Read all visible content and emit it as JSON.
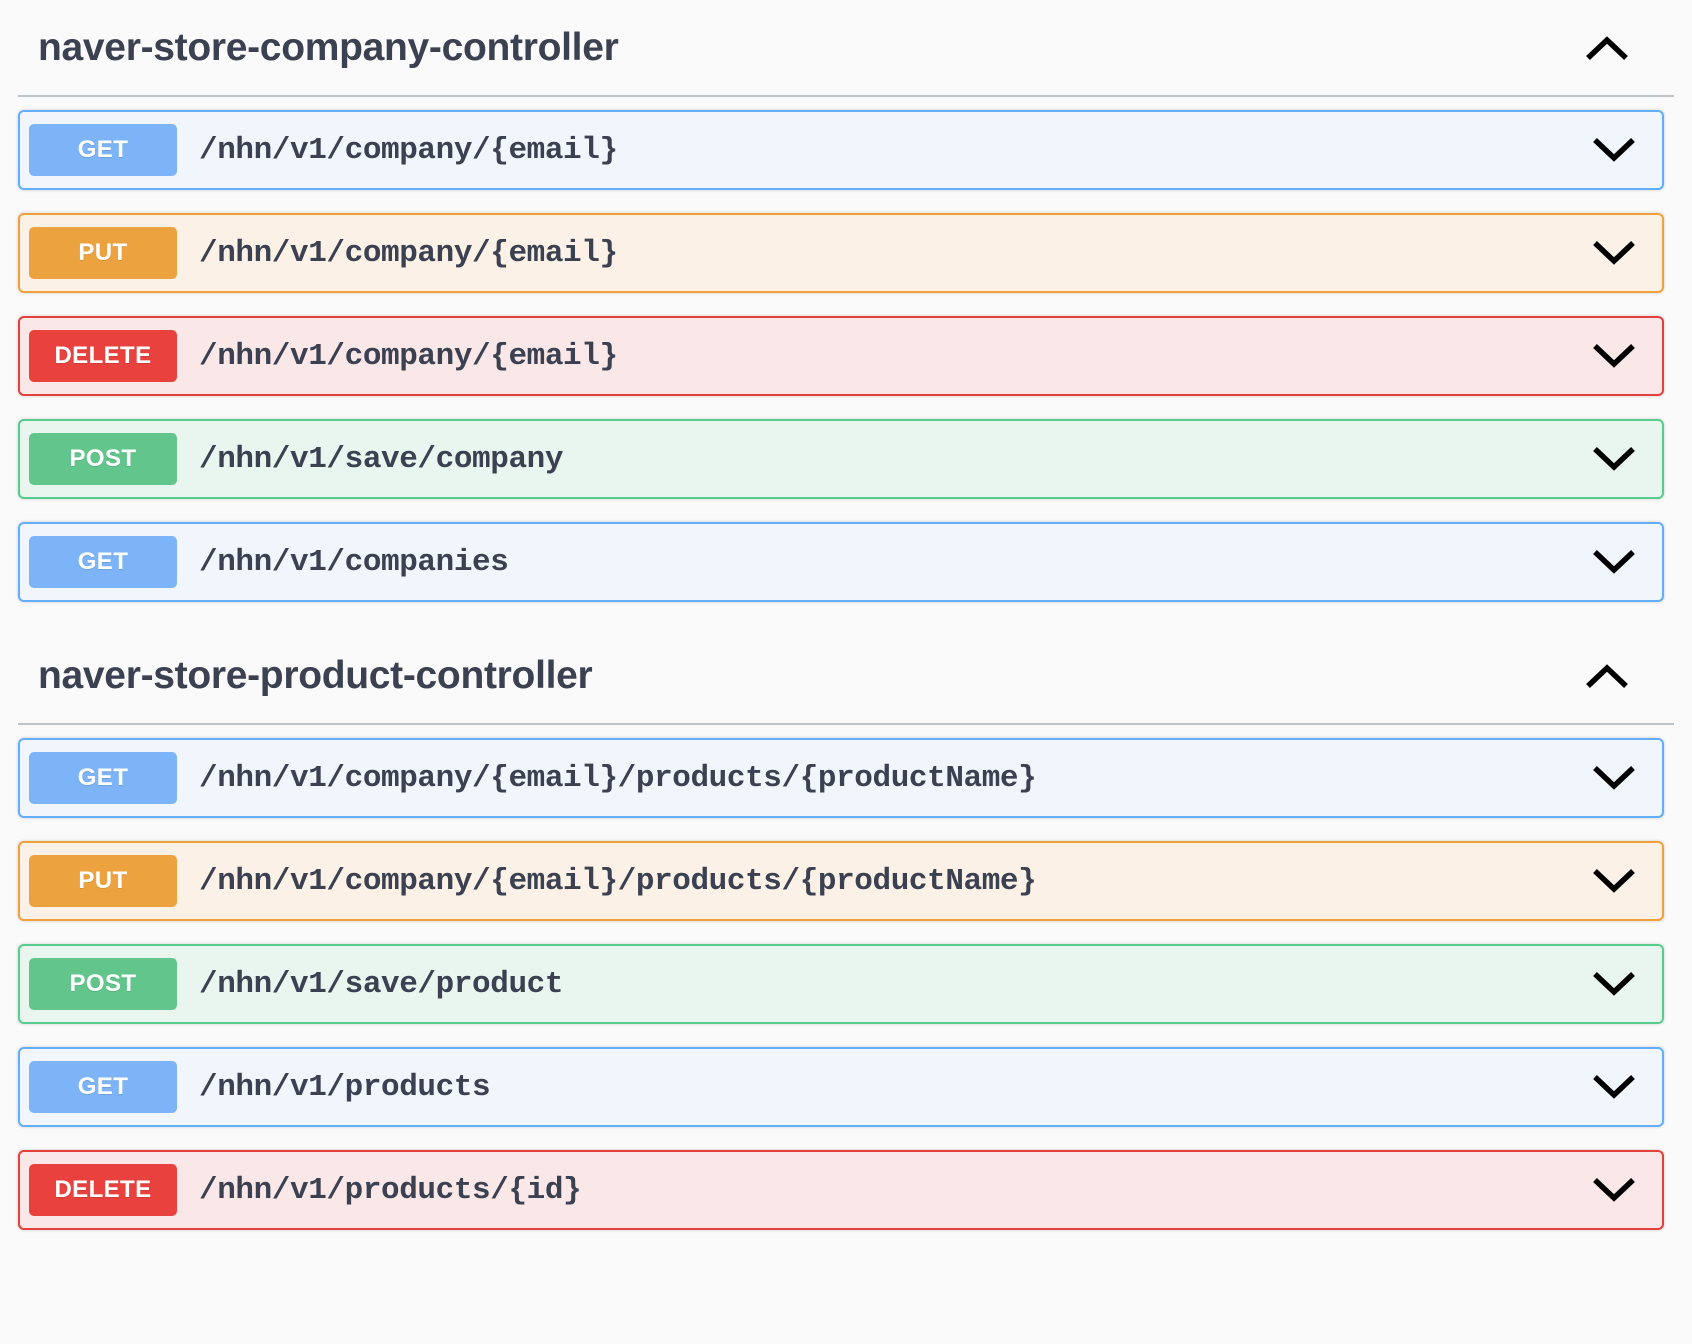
{
  "page": {
    "background": "#fafafa",
    "text_color": "#3b4151"
  },
  "method_colors": {
    "get": {
      "badge": "#7cb4f7",
      "border": "#61affe",
      "background": "#f0f6fc"
    },
    "put": {
      "badge": "#eca33f",
      "border": "#f0a13c",
      "background": "#fbf1e6"
    },
    "delete": {
      "badge": "#e8413e",
      "border": "#e4403c",
      "background": "#fae7e7"
    },
    "post": {
      "badge": "#62c68c",
      "border": "#57cc8d",
      "background": "#e9f6ef"
    }
  },
  "sections": [
    {
      "title": "naver-store-company-controller",
      "collapse_icon": "chevron-up-icon",
      "expanded": true,
      "operations": [
        {
          "method": "GET",
          "method_key": "get",
          "path": "/nhn/v1/company/{email}",
          "expand_icon": "chevron-down-icon"
        },
        {
          "method": "PUT",
          "method_key": "put",
          "path": "/nhn/v1/company/{email}",
          "expand_icon": "chevron-down-icon"
        },
        {
          "method": "DELETE",
          "method_key": "delete",
          "path": "/nhn/v1/company/{email}",
          "expand_icon": "chevron-down-icon"
        },
        {
          "method": "POST",
          "method_key": "post",
          "path": "/nhn/v1/save/company",
          "expand_icon": "chevron-down-icon"
        },
        {
          "method": "GET",
          "method_key": "get",
          "path": "/nhn/v1/companies",
          "expand_icon": "chevron-down-icon"
        }
      ]
    },
    {
      "title": "naver-store-product-controller",
      "collapse_icon": "chevron-up-icon",
      "expanded": true,
      "operations": [
        {
          "method": "GET",
          "method_key": "get",
          "path": "/nhn/v1/company/{email}/products/{productName}",
          "expand_icon": "chevron-down-icon"
        },
        {
          "method": "PUT",
          "method_key": "put",
          "path": "/nhn/v1/company/{email}/products/{productName}",
          "expand_icon": "chevron-down-icon"
        },
        {
          "method": "POST",
          "method_key": "post",
          "path": "/nhn/v1/save/product",
          "expand_icon": "chevron-down-icon"
        },
        {
          "method": "GET",
          "method_key": "get",
          "path": "/nhn/v1/products",
          "expand_icon": "chevron-down-icon"
        },
        {
          "method": "DELETE",
          "method_key": "delete",
          "path": "/nhn/v1/products/{id}",
          "expand_icon": "chevron-down-icon"
        }
      ]
    }
  ]
}
